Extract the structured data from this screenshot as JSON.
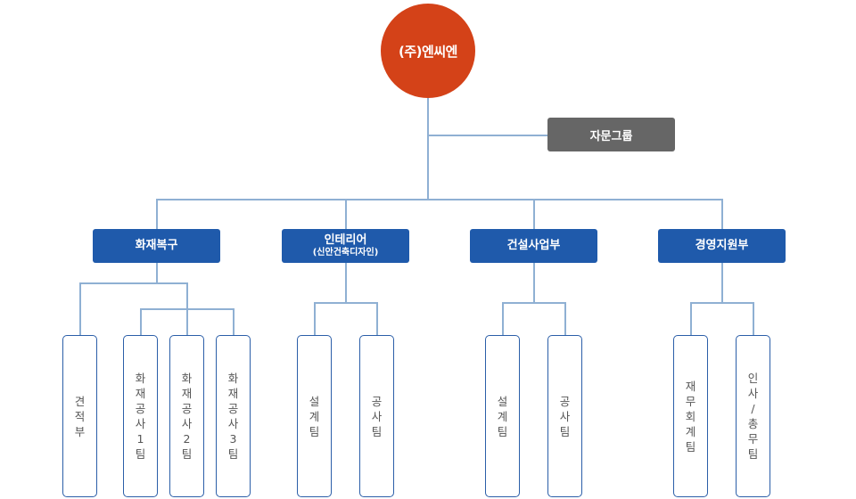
{
  "root": {
    "label": "(주)엔씨엔",
    "color": "#D44218"
  },
  "advisory": {
    "label": "자문그룹",
    "color": "#666666"
  },
  "divisions": [
    {
      "label": "화재복구",
      "sub": "",
      "teams": [
        "견적부",
        "화재공사1팀",
        "화재공사2팀",
        "화재공사3팀"
      ]
    },
    {
      "label": "인테리어",
      "sub": "(신안건축디자인)",
      "teams": [
        "설계팀",
        "공사팀"
      ]
    },
    {
      "label": "건설사업부",
      "sub": "",
      "teams": [
        "설계팀",
        "공사팀"
      ]
    },
    {
      "label": "경영지원부",
      "sub": "",
      "teams": [
        "재무회계팀",
        "인사/총무팀"
      ]
    }
  ],
  "colors": {
    "division": "#1F5AAB",
    "connector": "#8FB0D3",
    "team_border": "#2B5EA8"
  }
}
